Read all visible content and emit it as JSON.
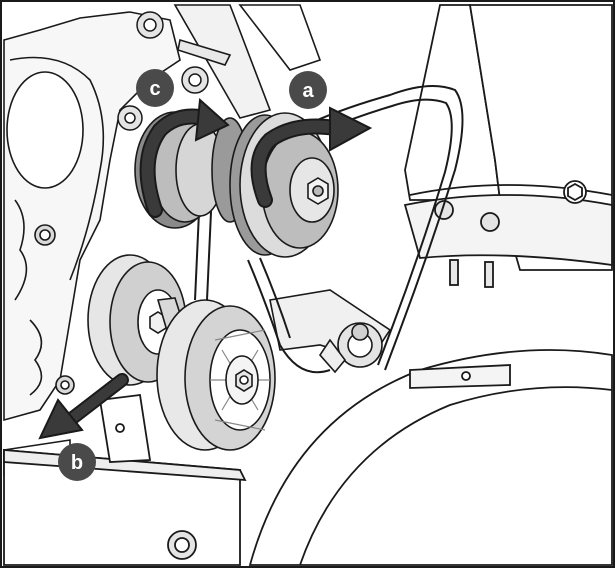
{
  "callouts": {
    "a": "a",
    "b": "b",
    "c": "c"
  },
  "colors": {
    "line": "#1a1a1a",
    "pulley_light": "#e2e2e2",
    "pulley_mid": "#bdbdbd",
    "pulley_dark": "#6e6e6e",
    "belt": "#555555",
    "arrow": "#3a3a3a",
    "callout_bg": "#4a4a4a",
    "callout_text": "#ffffff",
    "background": "#ffffff"
  },
  "icons": {
    "arrow_a": "curved-arrow-clockwise",
    "arrow_b": "straight-arrow-down-left",
    "arrow_c": "curved-arrow-clockwise"
  }
}
